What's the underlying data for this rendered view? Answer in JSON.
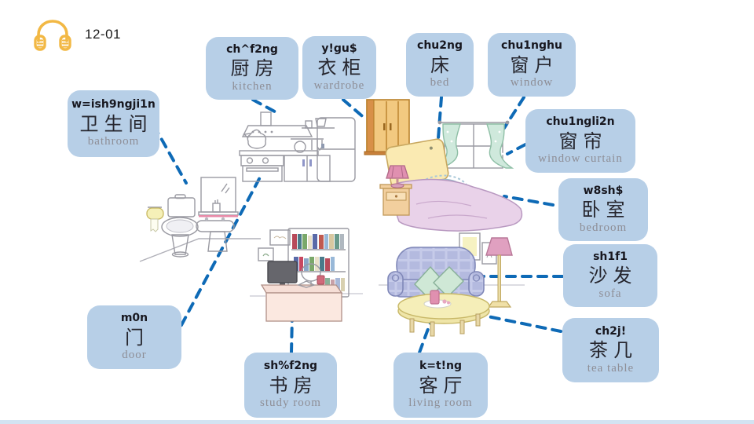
{
  "header": {
    "audio_id": "12-01",
    "icon": "headphones-icon"
  },
  "colors": {
    "card_fill": "#b7cfe7",
    "dash_blue": "#0e6ab6",
    "headphone_yellow": "#f2b844"
  },
  "labels": [
    {
      "id": "kitchen",
      "pinyin": "ch^f2ng",
      "hanzi": "厨房",
      "english": "kitchen"
    },
    {
      "id": "wardrobe",
      "pinyin": "y!gu$",
      "hanzi": "衣柜",
      "english": "wardrobe"
    },
    {
      "id": "bed",
      "pinyin": "chu2ng",
      "hanzi": "床",
      "english": "bed"
    },
    {
      "id": "window",
      "pinyin": "chu1nghu",
      "hanzi": "窗户",
      "english": "window"
    },
    {
      "id": "bathroom",
      "pinyin": "w=ish9ngji1n",
      "hanzi": "卫生间",
      "english": "bathroom"
    },
    {
      "id": "window-curtain",
      "pinyin": "chu1ngli2n",
      "hanzi": "窗帘",
      "english": "window curtain"
    },
    {
      "id": "bedroom",
      "pinyin": "w8sh$",
      "hanzi": "卧室",
      "english": "bedroom"
    },
    {
      "id": "sofa",
      "pinyin": "sh1f1",
      "hanzi": "沙发",
      "english": "sofa"
    },
    {
      "id": "tea-table",
      "pinyin": "ch2j!",
      "hanzi": "茶几",
      "english": "tea table"
    },
    {
      "id": "door",
      "pinyin": "m0n",
      "hanzi": "门",
      "english": "door"
    },
    {
      "id": "study-room",
      "pinyin": "sh%f2ng",
      "hanzi": "书房",
      "english": "study room"
    },
    {
      "id": "living-room",
      "pinyin": "k=t!ng",
      "hanzi": "客厅",
      "english": "living room"
    }
  ]
}
